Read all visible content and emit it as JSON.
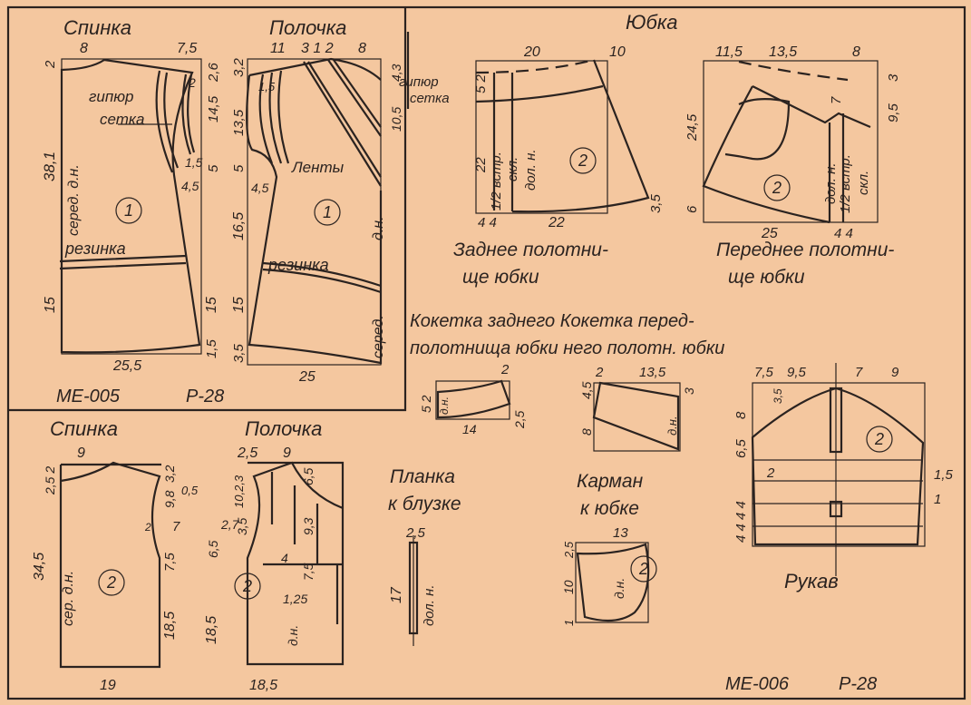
{
  "sheet1": {
    "code": "МЕ-005",
    "size": "Р-28",
    "back": {
      "title": "Спинка",
      "piece": "1",
      "lace": "гипюр",
      "mesh": "сетка",
      "center": "серед. д.н.",
      "elastic": "резинка",
      "dims": [
        "8",
        "7,5",
        "2",
        "2,6",
        "14,5",
        "2",
        "5",
        "1,5",
        "4,5",
        "38,1",
        "15",
        "15",
        "1,5",
        "25,5"
      ]
    },
    "front": {
      "title": "Полочка",
      "piece": "1",
      "ribbons": "Ленты",
      "grain": "д.н.",
      "center": "серед.",
      "elastic": "резинка",
      "lace": "гипюр",
      "mesh": "сетка",
      "dims": [
        "11",
        "3 1 2",
        "8",
        "3,2",
        "1,5",
        "13,5",
        "5",
        "4,5",
        "16,5",
        "15",
        "3,5",
        "25",
        "4,3",
        "10,5"
      ]
    }
  },
  "skirt": {
    "title": "Юбка",
    "back": {
      "caption1": "Заднее полотни-",
      "caption2": "ще юбки",
      "piece": "2",
      "half_insert": "1/2 встр.",
      "pleat": "скл.",
      "grain": "дол. н.",
      "dims": [
        "20",
        "10",
        "5 2",
        "22",
        "4 4",
        "22",
        "3,5"
      ]
    },
    "front": {
      "caption1": "Переднее полотни-",
      "caption2": "ще юбки",
      "piece": "2",
      "half_insert": "1/2 встр.",
      "pleat": "скл.",
      "grain": "дол. н.",
      "dims": [
        "11,5",
        "13,5",
        "8",
        "3",
        "24,5",
        "7",
        "9,5",
        "6",
        "25",
        "4 4"
      ]
    },
    "yoke_caption1": "Кокетка заднего  Кокетка перед-",
    "yoke_caption2": "полотнища юбки  него полотн. юбки",
    "back_yoke": {
      "grain": "д.н.",
      "dims": [
        "2",
        "5 2",
        "14",
        "2,5"
      ]
    },
    "front_yoke": {
      "grain": "д.н.",
      "dims": [
        "2",
        "13,5",
        "4,5",
        "3",
        "8"
      ]
    }
  },
  "sheet2": {
    "code": "МЕ-006",
    "size": "Р-28",
    "back": {
      "title": "Спинка",
      "piece": "2",
      "center": "сер. д.н.",
      "dims": [
        "9",
        "2,5 2",
        "3,2",
        "9,8",
        "0,5",
        "2",
        "7",
        "7,5",
        "34,5",
        "18,5",
        "19"
      ]
    },
    "front": {
      "title": "Полочка",
      "piece": "2",
      "grain": "д.н.",
      "dims": [
        "2,5",
        "9",
        "10,2,3",
        "2,7",
        "3,5",
        "6,5",
        "6,5",
        "9,3",
        "4",
        "7,5",
        "18,5",
        "1,25",
        "18,5"
      ]
    },
    "placket": {
      "title1": "Планка",
      "title2": "к блузке",
      "grain": "дол. н.",
      "dims": [
        "2,5",
        "17"
      ]
    },
    "pocket": {
      "title1": "Карман",
      "title2": "к юбке",
      "piece": "2",
      "grain": "д.н.",
      "dims": [
        "13",
        "2,5",
        "10",
        "1"
      ]
    },
    "sleeve": {
      "title": "Рукав",
      "piece": "2",
      "dims": [
        "7,5",
        "9,5",
        "7",
        "9",
        "3,5",
        "8",
        "6,5",
        "4 4 4 4",
        "2",
        "1,5",
        "1"
      ]
    }
  },
  "colors": {
    "paper": "#f4c79f",
    "ink": "#2b2320"
  }
}
